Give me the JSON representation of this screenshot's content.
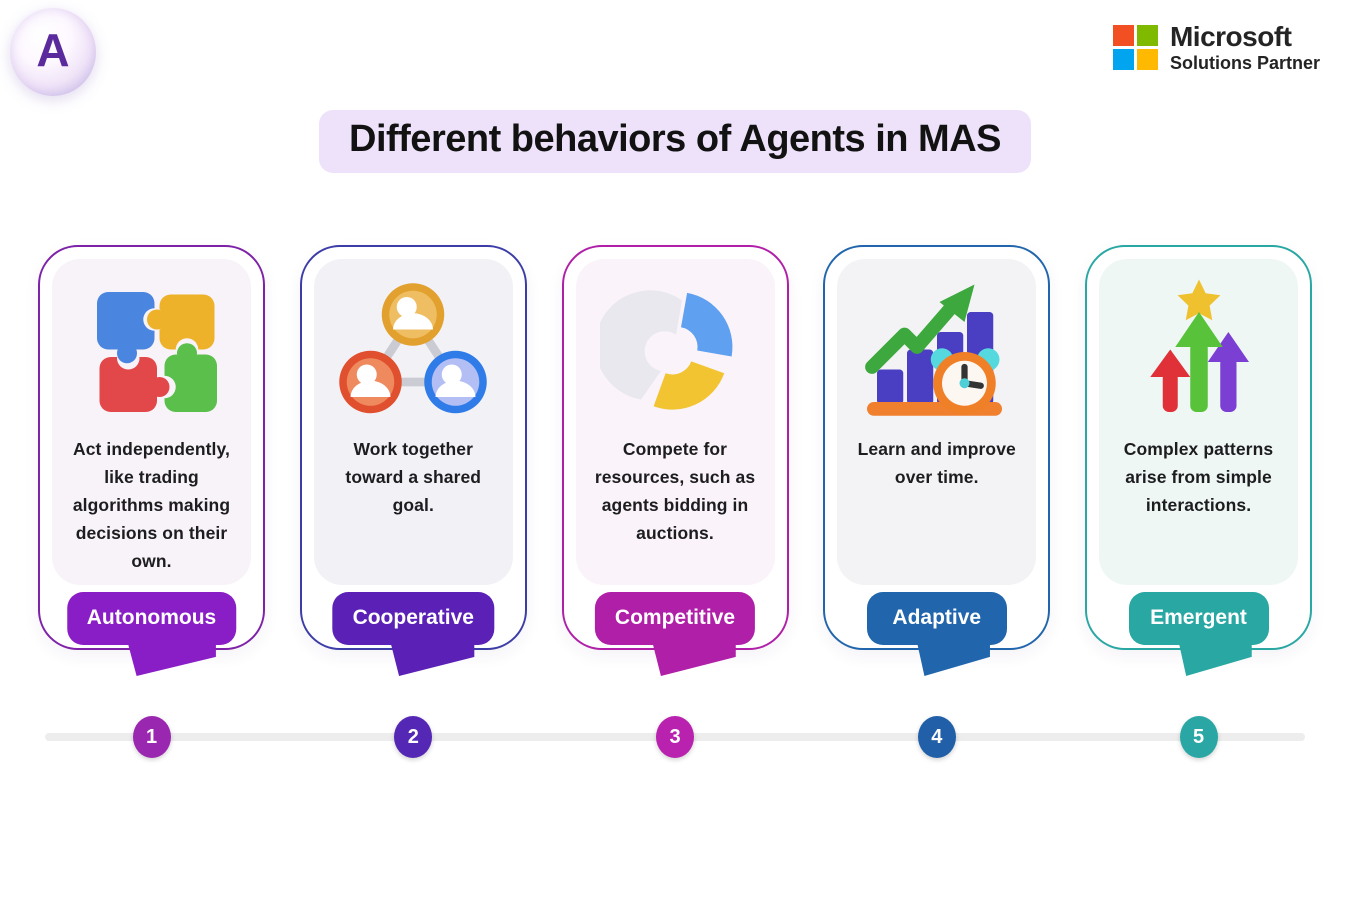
{
  "brand": {
    "bubble_letter": "A",
    "microsoft": {
      "name": "Microsoft",
      "subtitle": "Solutions Partner",
      "square_colors": [
        "#F25022",
        "#7FBA00",
        "#00A4EF",
        "#FFB900"
      ]
    }
  },
  "title": "Different behaviors of Agents in MAS",
  "title_bg": "#EDE2F9",
  "timeline": {
    "track_color": "#EDEDED"
  },
  "cards": [
    {
      "label": "Autonomous",
      "description": "Act independently, like trading algorithms making decisions on their own.",
      "step": "1",
      "icon": "puzzle-icon",
      "accent": "#8A1EC6",
      "border": "#7E22A8",
      "panel_bg": "#F8F3F8",
      "circle": "#9A27B0"
    },
    {
      "label": "Cooperative",
      "description": "Work together toward a shared goal.",
      "step": "2",
      "icon": "team-network-icon",
      "accent": "#5B21B6",
      "border": "#3D3DA8",
      "panel_bg": "#F2F2F6",
      "circle": "#5428B4"
    },
    {
      "label": "Competitive",
      "description": "Compete for resources, such as agents bidding in auctions.",
      "step": "3",
      "icon": "donut-chart-icon",
      "accent": "#B01FA7",
      "border": "#B01FA7",
      "panel_bg": "#FAF3F9",
      "circle": "#B822AE"
    },
    {
      "label": "Adaptive",
      "description": "Learn and improve over time.",
      "step": "4",
      "icon": "growth-chart-clock-icon",
      "accent": "#2166AC",
      "border": "#2166AC",
      "panel_bg": "#F3F3F6",
      "circle": "#2160A8"
    },
    {
      "label": "Emergent",
      "description": "Complex patterns arise from simple interactions.",
      "step": "5",
      "icon": "rising-arrows-star-icon",
      "accent": "#29A7A3",
      "border": "#29A7A3",
      "panel_bg": "#EFF7F5",
      "circle": "#2AA7A4"
    }
  ]
}
